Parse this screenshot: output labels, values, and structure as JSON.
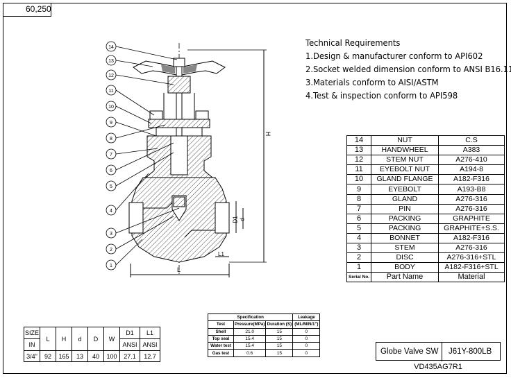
{
  "doc_id": "60,250",
  "tech_requirements": {
    "title": "Technical Requirements",
    "items": [
      "1.Design & manufacturer conform to API602",
      "2.Socket welded dimension conform to ANSI B16.11",
      "3.Materials conform to AISI/ASTM",
      "4.Test & inspection conform to API598"
    ]
  },
  "drawing": {
    "callouts": [
      "14",
      "13",
      "12",
      "11",
      "10",
      "9",
      "8",
      "7",
      "6",
      "5",
      "4",
      "3",
      "2",
      "1"
    ],
    "dim_labels": {
      "H": "H",
      "L": "L",
      "L1": "L1",
      "D1": "D1",
      "d": "d"
    }
  },
  "bom": {
    "rows": [
      [
        "14",
        "NUT",
        "C.S"
      ],
      [
        "13",
        "HANDWHEEL",
        "A383"
      ],
      [
        "12",
        "STEM NUT",
        "A276-410"
      ],
      [
        "11",
        "EYEBOLT NUT",
        "A194-8"
      ],
      [
        "10",
        "GLAND FLANGE",
        "A182-F316"
      ],
      [
        "9",
        "EYEBOLT",
        "A193-B8"
      ],
      [
        "8",
        "GLAND",
        "A276-316"
      ],
      [
        "7",
        "PIN",
        "A276-316"
      ],
      [
        "6",
        "PACKING",
        "GRAPHITE"
      ],
      [
        "5",
        "PACKING",
        "GRAPHITE+S.S."
      ],
      [
        "4",
        "BONNET",
        "A182-F316"
      ],
      [
        "3",
        "STEM",
        "A276-316"
      ],
      [
        "2",
        "DISC",
        "A276-316+STL"
      ],
      [
        "1",
        "BODY",
        "A182-F316+STL"
      ]
    ],
    "header": [
      "Serial No.",
      "Part Name",
      "Material"
    ]
  },
  "spec": {
    "group_specification": "Specification",
    "group_leakage": "Leakage",
    "headers": [
      "Test",
      "Pressure(MPa)",
      "Duration (S)",
      "(ML/MIN/1\")"
    ],
    "rows": [
      [
        "Shell",
        "21.0",
        "15",
        "0"
      ],
      [
        "Top seal",
        "15.4",
        "15",
        "0"
      ],
      [
        "Water test",
        "15.4",
        "15",
        "0"
      ],
      [
        "Gas test",
        "0.6",
        "15",
        "0"
      ]
    ]
  },
  "dims": {
    "size_label": "SIZE",
    "size_unit": "IN",
    "headers": [
      "L",
      "H",
      "d",
      "D",
      "W"
    ],
    "d1": "D1",
    "l1": "L1",
    "ansi": "ANSI",
    "values": [
      "3/4\"",
      "92",
      "165",
      "13",
      "40",
      "100",
      "27.1",
      "12.7"
    ]
  },
  "title_block": {
    "name": "Globe Valve SW",
    "model": "J61Y-800LB",
    "code": "VD435AG7R1"
  }
}
